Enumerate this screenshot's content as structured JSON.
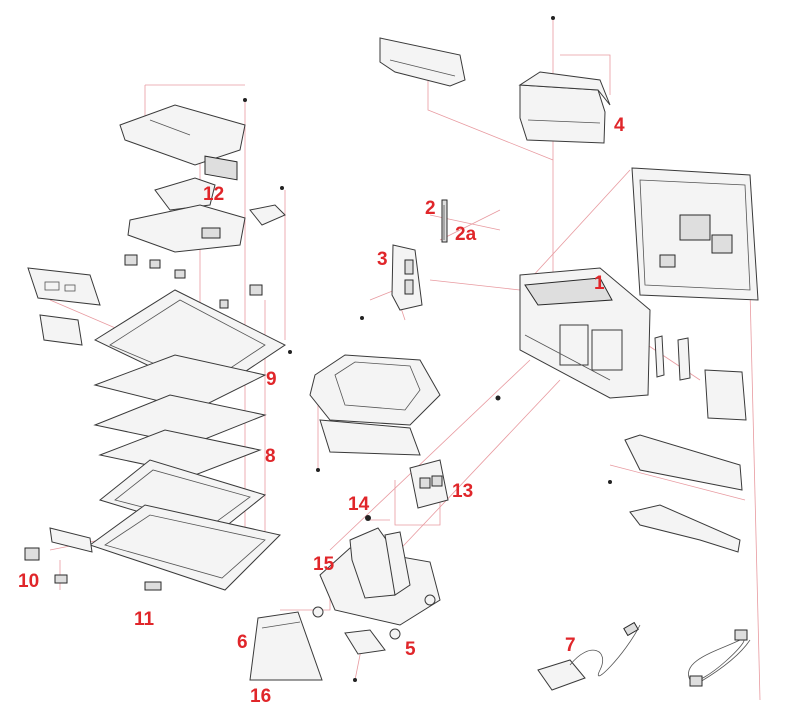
{
  "labels": {
    "p1": "1",
    "p2": "2",
    "p2a": "2a",
    "p3": "3",
    "p4": "4",
    "p5": "5",
    "p6": "6",
    "p7": "7",
    "p8": "8",
    "p9": "9",
    "p10": "10",
    "p11": "11",
    "p12": "12",
    "p13": "13",
    "p14": "14",
    "p15": "15",
    "p16": "16"
  },
  "colors": {
    "label": "#e0262a",
    "leader": "#e89aa0",
    "outline": "#3a3a3a"
  }
}
